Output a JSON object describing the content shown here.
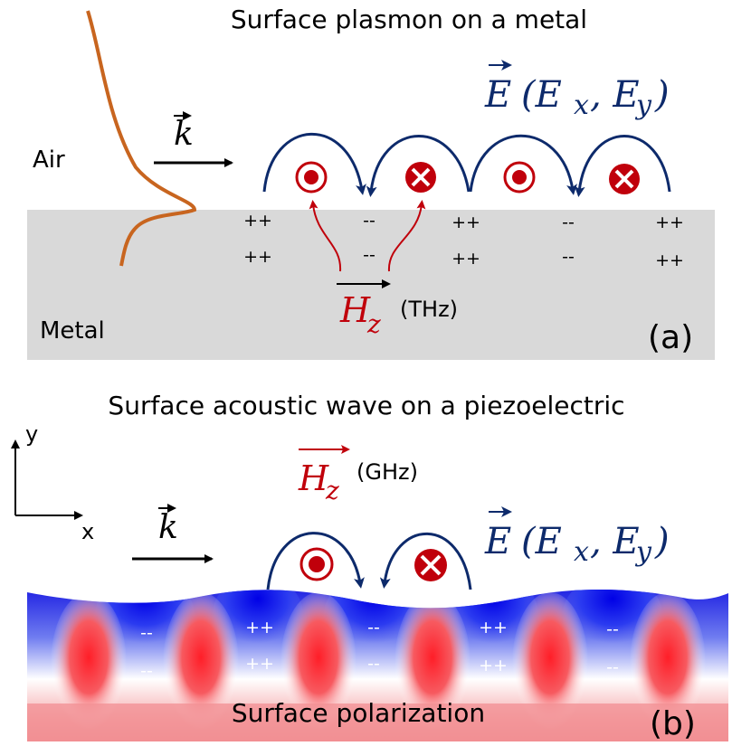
{
  "panel_a": {
    "title": "Surface plasmon on a metal",
    "e_field_label": "E⃗ (Ex, Ey)",
    "e_symbol": "E",
    "e_open": "(E",
    "e_sub_x": "x",
    "e_comma": ", E",
    "e_sub_y": "y",
    "e_close": ")",
    "k_label": "k",
    "air_label": "Air",
    "metal_label": "Metal",
    "h_symbol": "H",
    "h_sub": "z",
    "h_freq": "(THz)",
    "panel_tag": "(a)",
    "charges_row1": [
      "++",
      "--",
      "++",
      "--",
      "++"
    ],
    "charges_row2": [
      "++",
      "--",
      "++",
      "--",
      "++"
    ]
  },
  "panel_b": {
    "title": "Surface acoustic wave on a piezoelectric",
    "axis_y": "y",
    "axis_x": "x",
    "h_symbol": "H",
    "h_sub": "z",
    "h_freq": "(GHz)",
    "k_label": "k",
    "e_symbol": "E",
    "e_open": "(E",
    "e_sub_x": "x",
    "e_comma": ", E",
    "e_sub_y": "y",
    "e_close": ")",
    "polarization_label": "Surface polarization",
    "panel_tag": "(b)",
    "charges_row1": [
      "--",
      "++",
      "--",
      "++",
      "--"
    ],
    "charges_row2": [
      "--",
      "++",
      "--",
      "++",
      "--"
    ]
  },
  "colors": {
    "navy": "#0d2a6b",
    "red": "#c0000b",
    "orange": "#c8651f",
    "metal_gray": "#d9d9d9"
  }
}
